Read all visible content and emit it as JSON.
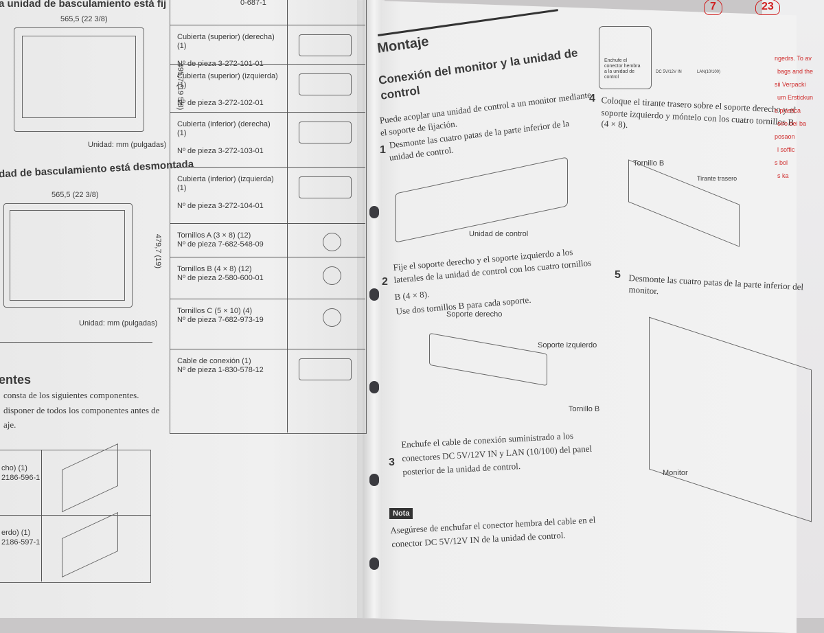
{
  "left": {
    "top_caption": "a unidad de basculamiento está fij",
    "dim1": "565,5 (22 3/8)",
    "dim2": "495,7 (19 5/8)",
    "unit1": "Unidad: mm (pulgadas)",
    "heading2": "dad de basculamiento está desmontada",
    "dim3": "565,5 (22 3/8)",
    "dim4": "479,7 (19)",
    "unit2": "Unidad: mm (pulgadas)",
    "section": "entes",
    "body1": "consta de los siguientes componentes.",
    "body2": "disponer de todos los componentes antes de",
    "body3": "aje.",
    "part_a1": "cho) (1)",
    "part_a2": "2186-596-1",
    "part_b1": "erdo) (1)",
    "part_b2": "2186-597-1"
  },
  "parts_table": [
    {
      "name": "Cubierta (superior) (derecha) (1)",
      "part": "Nº de pieza 3-272-101-01"
    },
    {
      "name": "Cubierta (superior) (izquierda) (1)",
      "part": "Nº de pieza 3-272-102-01"
    },
    {
      "name": "Cubierta (inferior) (derecha) (1)",
      "part": "Nº de pieza 3-272-103-01"
    },
    {
      "name": "Cubierta (inferior) (izquierda) (1)",
      "part": "Nº de pieza 3-272-104-01"
    },
    {
      "name": "Tornillos A (3 × 8) (12)",
      "part": "Nº de pieza 7-682-548-09"
    },
    {
      "name": "Tornillos B (4 × 8) (12)",
      "part": "Nº de pieza 2-580-600-01"
    },
    {
      "name": "Tornillos C (5 × 10) (4)",
      "part": "Nº de pieza 7-682-973-19"
    },
    {
      "name": "Cable de conexión (1)",
      "part": "Nº de pieza 1-830-578-12"
    }
  ],
  "table_top": "0-687-1",
  "right": {
    "title": "Montaje",
    "subtitle1": "Conexión del monitor y la unidad de",
    "subtitle2": "control",
    "intro1": "Puede acoplar una unidad de control a un monitor mediante",
    "intro2": "el soporte de fijación.",
    "s1_num": "1",
    "s1_text1": "Desmonte las cuatro patas de la parte inferior de la",
    "s1_text2": "unidad de control.",
    "label_unit": "Unidad de control",
    "s2_num": "2",
    "s2_text1": "Fije el soporte derecho y el soporte izquierdo a los",
    "s2_text2": "laterales de la unidad de control con los cuatro tornillos",
    "s2_text3": "B (4 × 8).",
    "s2_text4": "Use dos tornillos B para cada soporte.",
    "label_sd": "Soporte derecho",
    "label_si": "Soporte izquierdo",
    "label_tb": "Tornillo B",
    "s3_num": "3",
    "s3_text1": "Enchufe el cable de conexión suministrado a los",
    "s3_text2": "conectores DC 5V/12V IN y LAN (10/100) del panel",
    "s3_text3": "posterior de la unidad de control.",
    "nota": "Nota",
    "nota1": "Asegúrese de enchufar el conector hembra del cable en el",
    "nota2": "conector DC 5V/12V IN de la unidad de control.",
    "conn_label1": "Enchufe el",
    "conn_label2": "conector hembra",
    "conn_label3": "a la unidad de",
    "conn_label4": "control",
    "dc_label": "DC 5V/12V IN",
    "lan_label": "LAN(10/100)",
    "s4_num": "4",
    "s4_text1": "Coloque el tirante trasero sobre el soporte derecho y el",
    "s4_text2": "soporte izquierdo y móntelo con los cuatro tornillos B",
    "s4_text3": "(4 × 8).",
    "label_tb2": "Tornillo B",
    "label_tt": "Tirante trasero",
    "s5_num": "5",
    "s5_text1": "Desmonte las cuatro patas de la parte inferior del",
    "s5_text2": "monitor.",
    "label_monitor": "Monitor"
  },
  "bag": {
    "sym1": "7",
    "sym2": "23",
    "lines": [
      "ngedrs. To av",
      "bags and the",
      "sii Verpacki",
      "um Erstickun",
      "e plastica",
      "oiro dei ba",
      "posaon",
      "l soffic",
      "s bol",
      "s ka"
    ]
  },
  "colors": {
    "page": "#efefef",
    "ink": "#3a3a3a",
    "bag_red": "#cf2c2c",
    "ring": "#3b3b40"
  }
}
